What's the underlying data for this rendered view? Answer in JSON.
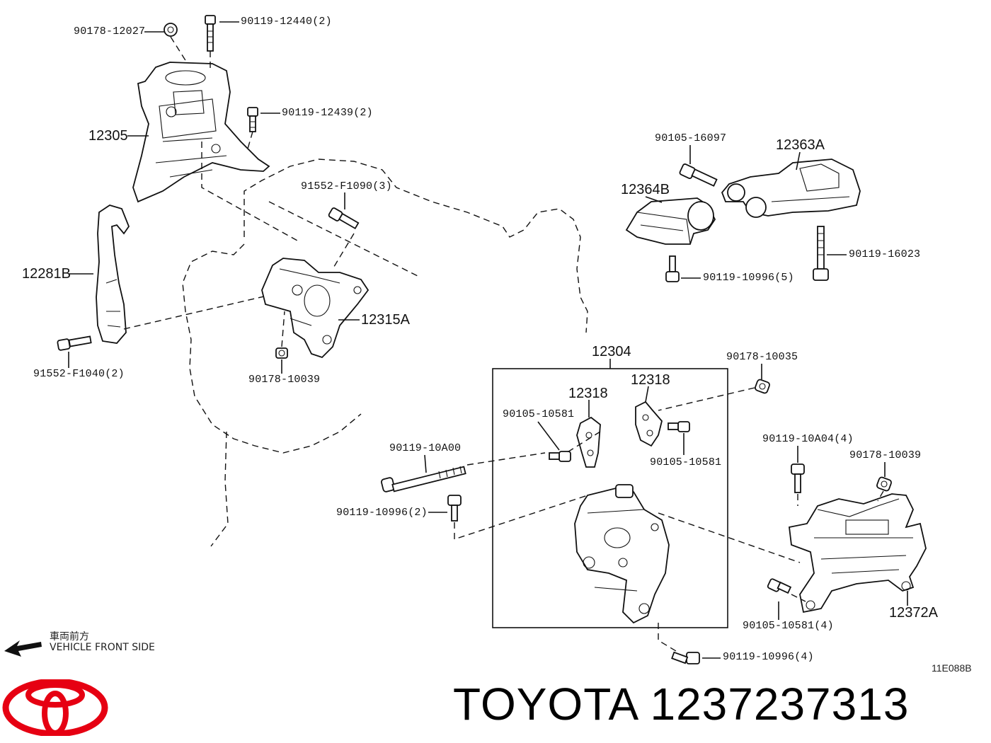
{
  "labels": {
    "p90178_12027": "90178-12027",
    "p90119_12440": "90119-12440(2)",
    "p90119_12439": "90119-12439(2)",
    "p12305": "12305",
    "p91552_F1090": "91552-F1090(3)",
    "p12281B": "12281B",
    "p12315A": "12315A",
    "p91552_F1040": "91552-F1040(2)",
    "p90178_10039a": "90178-10039",
    "p90105_16097": "90105-16097",
    "p12363A": "12363A",
    "p12364B": "12364B",
    "p90119_16023": "90119-16023",
    "p90119_10996_5": "90119-10996(5)",
    "p12304": "12304",
    "p90178_10035": "90178-10035",
    "p12318a": "12318",
    "p12318b": "12318",
    "p90105_10581a": "90105-10581",
    "p90105_10581b": "90105-10581",
    "p90119_10A00": "90119-10A00",
    "p90119_10996_2": "90119-10996(2)",
    "p90119_10A04": "90119-10A04(4)",
    "p90178_10039b": "90178-10039",
    "p90105_10581_4": "90105-10581(4)",
    "p12372A": "12372A",
    "p90119_10996_4": "90119-10996(4)"
  },
  "direction": {
    "japanese": "車両前方",
    "english": "VEHICLE FRONT SIDE"
  },
  "diagram_code": "11E088B",
  "brand": {
    "name": "TOYOTA",
    "part_number": "1237237313",
    "logo_color": "#e60012"
  }
}
